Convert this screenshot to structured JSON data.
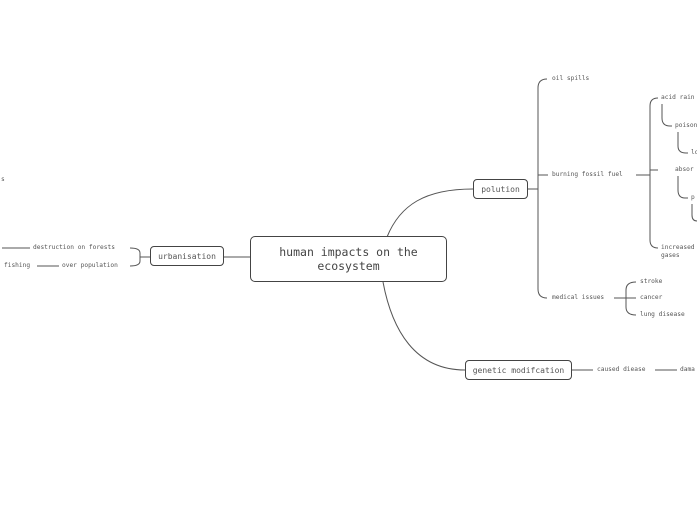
{
  "central": "human impacts on the ecosystem",
  "branches": {
    "urbanisation": {
      "label": "urbanisation",
      "children": [
        {
          "label": "destruction on forests"
        },
        {
          "label": "over population",
          "child": "fishing"
        }
      ],
      "offscreen_fragment": "s"
    },
    "polution": {
      "label": "polution",
      "children": [
        {
          "label": "oil spills"
        },
        {
          "label": "burning fossil fuel",
          "children": [
            "acid rain",
            "poison",
            "lo",
            "absor",
            "p",
            "increased",
            "gases"
          ]
        },
        {
          "label": "medical issues",
          "children": [
            "stroke",
            "cancer",
            "lung disease"
          ]
        }
      ]
    },
    "genetic": {
      "label": "genetic modifcation",
      "children": [
        {
          "label": "caused diease",
          "child": "dama"
        }
      ]
    }
  },
  "colors": {
    "line": "#555555",
    "border": "#444444",
    "text": "#555555"
  }
}
